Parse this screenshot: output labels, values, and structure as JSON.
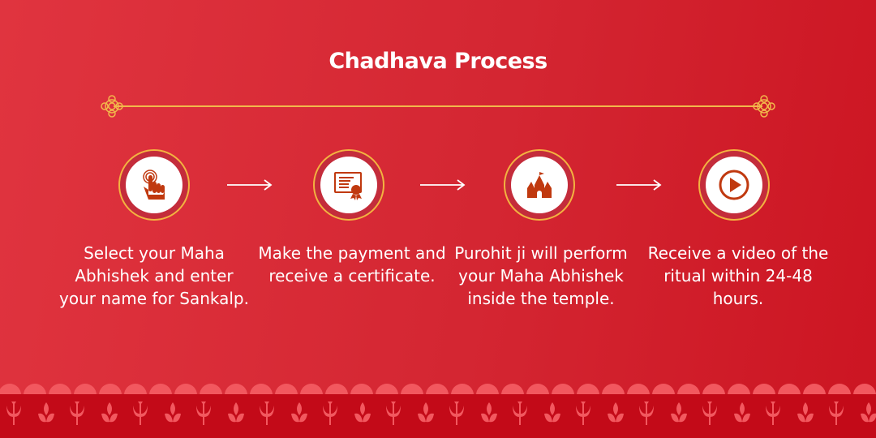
{
  "title": "Chadhava Process",
  "steps": [
    {
      "icon": "tap-hand-icon",
      "text": "Select your Maha Abhishek and enter your name for Sankalp."
    },
    {
      "icon": "certificate-icon",
      "text": "Make the payment and receive a certificate."
    },
    {
      "icon": "temple-icon",
      "text": "Purohit ji will perform your Maha Abhishek inside the temple."
    },
    {
      "icon": "play-video-icon",
      "text": "Receive a video of the ritual within 24-48 hours."
    }
  ],
  "colors": {
    "accent": "#c0390f",
    "gold": "#f2b84b",
    "band": "#c30a18",
    "motif": "#f2585f"
  }
}
